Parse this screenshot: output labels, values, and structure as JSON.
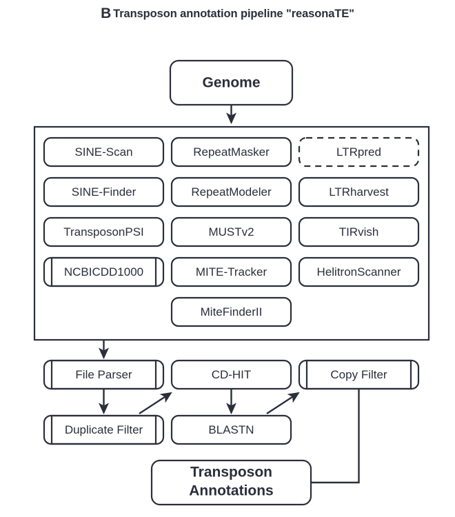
{
  "figure": {
    "panel_letter": "B",
    "title": "Transposon annotation pipeline \"reasonaTE\"",
    "stroke_color": "#2b2e3b",
    "fill_color": "#ffffff"
  },
  "input_node": {
    "label": "Genome",
    "shape": "rounded-rect",
    "style": "bold"
  },
  "tools_container": {
    "label": "",
    "columns": [
      {
        "name": "sine-column",
        "items": [
          {
            "label": "SINE-Scan",
            "shape": "rounded-rect",
            "border": "solid"
          },
          {
            "label": "SINE-Finder",
            "shape": "rounded-rect",
            "border": "solid"
          },
          {
            "label": "TransposonPSI",
            "shape": "rounded-rect",
            "border": "solid"
          },
          {
            "label": "NCBICDD1000",
            "shape": "predefined-process",
            "border": "solid"
          }
        ]
      },
      {
        "name": "repeat-column",
        "items": [
          {
            "label": "RepeatMasker",
            "shape": "rounded-rect",
            "border": "solid"
          },
          {
            "label": "RepeatModeler",
            "shape": "rounded-rect",
            "border": "solid"
          },
          {
            "label": "MUSTv2",
            "shape": "rounded-rect",
            "border": "solid"
          },
          {
            "label": "MITE-Tracker",
            "shape": "rounded-rect",
            "border": "solid"
          },
          {
            "label": "MiteFinderII",
            "shape": "rounded-rect",
            "border": "solid"
          }
        ]
      },
      {
        "name": "ltr-column",
        "items": [
          {
            "label": "LTRpred",
            "shape": "rounded-rect",
            "border": "dashed"
          },
          {
            "label": "LTRharvest",
            "shape": "rounded-rect",
            "border": "solid"
          },
          {
            "label": "TIRvish",
            "shape": "rounded-rect",
            "border": "solid"
          },
          {
            "label": "HelitronScanner",
            "shape": "rounded-rect",
            "border": "solid"
          }
        ]
      }
    ]
  },
  "postprocessing": {
    "nodes": [
      {
        "label": "File Parser",
        "shape": "predefined-process"
      },
      {
        "label": "CD-HIT",
        "shape": "rounded-rect"
      },
      {
        "label": "Copy Filter",
        "shape": "predefined-process"
      },
      {
        "label": "Duplicate Filter",
        "shape": "predefined-process"
      },
      {
        "label": "BLASTN",
        "shape": "rounded-rect"
      }
    ]
  },
  "output_node": {
    "line1": "Transposon",
    "line2": "Annotations",
    "shape": "rounded-rect",
    "style": "bold"
  },
  "edges": [
    {
      "from": "Genome",
      "to": "tools-container"
    },
    {
      "from": "tools-container",
      "to": "File Parser"
    },
    {
      "from": "File Parser",
      "to": "Duplicate Filter"
    },
    {
      "from": "Duplicate Filter",
      "to": "CD-HIT"
    },
    {
      "from": "CD-HIT",
      "to": "BLASTN"
    },
    {
      "from": "BLASTN",
      "to": "Copy Filter"
    },
    {
      "from": "Copy Filter",
      "to": "Transposon Annotations"
    }
  ]
}
